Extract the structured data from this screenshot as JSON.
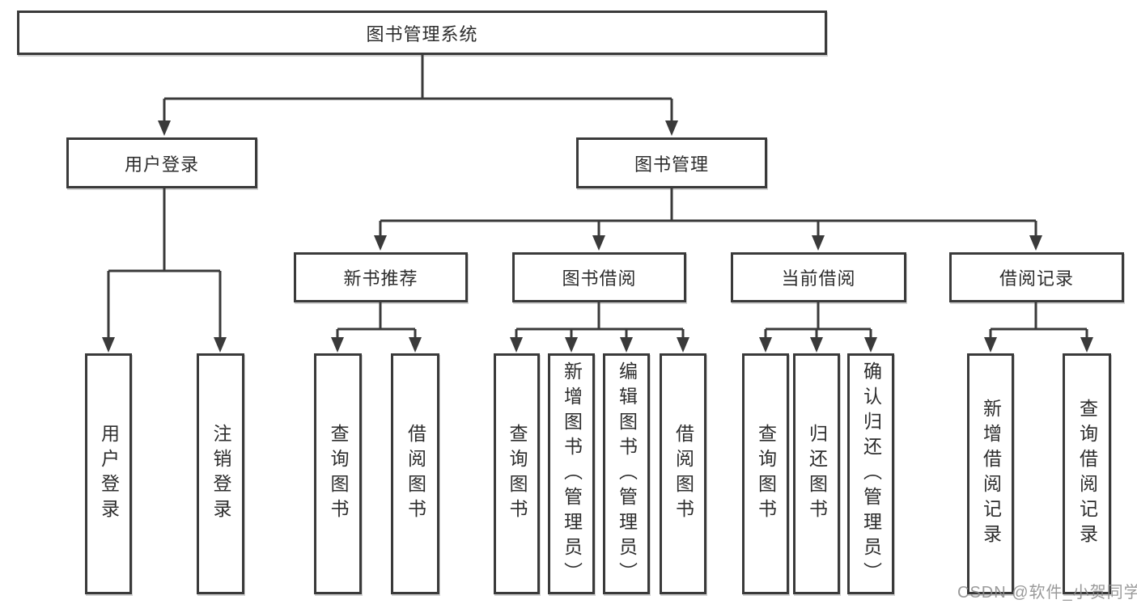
{
  "diagram": {
    "title": "图书管理系统",
    "watermark": "CSDN @软件_小贺同学",
    "colors": {
      "line": "#3a3a3a",
      "box_border": "#3a3a3a",
      "box_fill": "#ffffff",
      "text": "#2d2d2d",
      "watermark": "#8c8c8c"
    },
    "nodes": {
      "root": {
        "label": "图书管理系统"
      },
      "user_login": {
        "label": "用户登录"
      },
      "book_mgmt": {
        "label": "图书管理"
      },
      "new_book": {
        "label": "新书推荐"
      },
      "book_borrow": {
        "label": "图书借阅"
      },
      "current_borrow": {
        "label": "当前借阅"
      },
      "borrow_record": {
        "label": "借阅记录"
      },
      "leaf_user_login": {
        "label": "用户登录"
      },
      "leaf_logout": {
        "label": "注销登录"
      },
      "leaf_nb_query": {
        "label": "查询图书"
      },
      "leaf_nb_borrow": {
        "label": "借阅图书"
      },
      "leaf_bb_query": {
        "label": "查询图书"
      },
      "leaf_bb_add": {
        "label": "新增图书（管理员）"
      },
      "leaf_bb_edit": {
        "label": "编辑图书（管理员）"
      },
      "leaf_bb_borrow": {
        "label": "借阅图书"
      },
      "leaf_cb_query": {
        "label": "查询图书"
      },
      "leaf_cb_return": {
        "label": "归还图书"
      },
      "leaf_cb_confirm": {
        "label": "确认归还（管理员）"
      },
      "leaf_br_add": {
        "label": "新增借阅记录"
      },
      "leaf_br_query": {
        "label": "查询借阅记录"
      }
    },
    "hierarchy": {
      "图书管理系统": {
        "用户登录": [
          "用户登录",
          "注销登录"
        ],
        "图书管理": {
          "新书推荐": [
            "查询图书",
            "借阅图书"
          ],
          "图书借阅": [
            "查询图书",
            "新增图书（管理员）",
            "编辑图书（管理员）",
            "借阅图书"
          ],
          "当前借阅": [
            "查询图书",
            "归还图书",
            "确认归还（管理员）"
          ],
          "借阅记录": [
            "新增借阅记录",
            "查询借阅记录"
          ]
        }
      }
    }
  }
}
